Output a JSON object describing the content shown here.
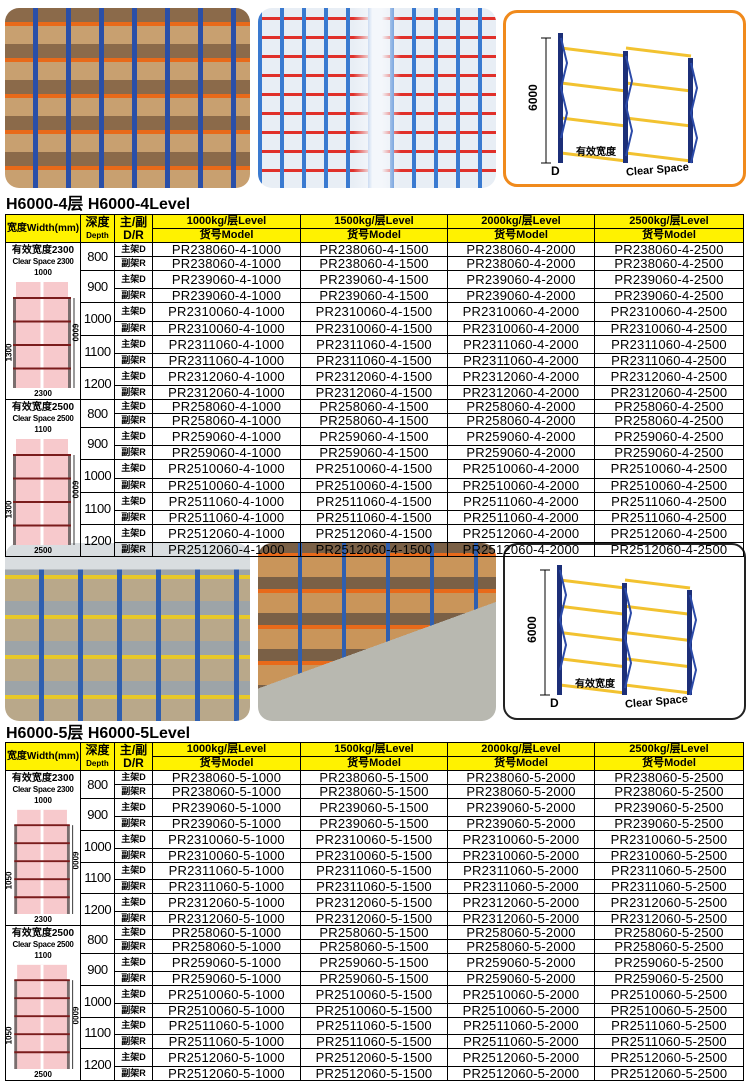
{
  "diagram": {
    "height": "6000",
    "clear_space_cn": "有效宽度",
    "clear_space_en": "Clear Space",
    "depth": "D"
  },
  "headers": {
    "width": "宽度Width(mm)",
    "depth_cn": "深度",
    "depth_en": "Depth",
    "dr_cn": "主/副",
    "dr_en": "D/R",
    "model": "货号Model",
    "loads": [
      "1000kg/层Level",
      "1500kg/层Level",
      "2000kg/层Level",
      "2500kg/层Level"
    ]
  },
  "row_labels": {
    "main": "主架D",
    "sub": "副架R"
  },
  "tables": [
    {
      "title": "H6000-4层  H6000-4Level",
      "groups": [
        {
          "label_cn": "有效宽度2300",
          "label_en": "Clear Space 2300",
          "beam": "1000",
          "pitch": "1300",
          "height": "6000",
          "total": "2300",
          "rows": [
            {
              "depth": "800",
              "models": [
                "PR238060-4-1000",
                "PR238060-4-1500",
                "PR238060-4-2000",
                "PR238060-4-2500"
              ]
            },
            {
              "depth": "900",
              "models": [
                "PR239060-4-1000",
                "PR239060-4-1500",
                "PR239060-4-2000",
                "PR239060-4-2500"
              ]
            },
            {
              "depth": "1000",
              "models": [
                "PR2310060-4-1000",
                "PR2310060-4-1500",
                "PR2310060-4-2000",
                "PR2310060-4-2500"
              ]
            },
            {
              "depth": "1100",
              "models": [
                "PR2311060-4-1000",
                "PR2311060-4-1500",
                "PR2311060-4-2000",
                "PR2311060-4-2500"
              ]
            },
            {
              "depth": "1200",
              "models": [
                "PR2312060-4-1000",
                "PR2312060-4-1500",
                "PR2312060-4-2000",
                "PR2312060-4-2500"
              ]
            }
          ]
        },
        {
          "label_cn": "有效宽度2500",
          "label_en": "Clear Space 2500",
          "beam": "1100",
          "pitch": "1300",
          "height": "6000",
          "total": "2500",
          "rows": [
            {
              "depth": "800",
              "models": [
                "PR258060-4-1000",
                "PR258060-4-1500",
                "PR258060-4-2000",
                "PR258060-4-2500"
              ]
            },
            {
              "depth": "900",
              "models": [
                "PR259060-4-1000",
                "PR259060-4-1500",
                "PR259060-4-2000",
                "PR259060-4-2500"
              ]
            },
            {
              "depth": "1000",
              "models": [
                "PR2510060-4-1000",
                "PR2510060-4-1500",
                "PR2510060-4-2000",
                "PR2510060-4-2500"
              ]
            },
            {
              "depth": "1100",
              "models": [
                "PR2511060-4-1000",
                "PR2511060-4-1500",
                "PR2511060-4-2000",
                "PR2511060-4-2500"
              ]
            },
            {
              "depth": "1200",
              "models": [
                "PR2512060-4-1000",
                "PR2512060-4-1500",
                "PR2512060-4-2000",
                "PR2512060-4-2500"
              ]
            }
          ]
        }
      ]
    },
    {
      "title": "H6000-5层  H6000-5Level",
      "groups": [
        {
          "label_cn": "有效宽度2300",
          "label_en": "Clear Space 2300",
          "beam": "1000",
          "pitch": "1050",
          "height": "6000",
          "total": "2300",
          "rows": [
            {
              "depth": "800",
              "models": [
                "PR238060-5-1000",
                "PR238060-5-1500",
                "PR238060-5-2000",
                "PR238060-5-2500"
              ]
            },
            {
              "depth": "900",
              "models": [
                "PR239060-5-1000",
                "PR239060-5-1500",
                "PR239060-5-2000",
                "PR239060-5-2500"
              ]
            },
            {
              "depth": "1000",
              "models": [
                "PR2310060-5-1000",
                "PR2310060-5-1500",
                "PR2310060-5-2000",
                "PR2310060-5-2500"
              ]
            },
            {
              "depth": "1100",
              "models": [
                "PR2311060-5-1000",
                "PR2311060-5-1500",
                "PR2311060-5-2000",
                "PR2311060-5-2500"
              ]
            },
            {
              "depth": "1200",
              "models": [
                "PR2312060-5-1000",
                "PR2312060-5-1500",
                "PR2312060-5-2000",
                "PR2312060-5-2500"
              ]
            }
          ]
        },
        {
          "label_cn": "有效宽度2500",
          "label_en": "Clear Space 2500",
          "beam": "1100",
          "pitch": "1050",
          "height": "6000",
          "total": "2500",
          "rows": [
            {
              "depth": "800",
              "models": [
                "PR258060-5-1000",
                "PR258060-5-1500",
                "PR258060-5-2000",
                "PR258060-5-2500"
              ]
            },
            {
              "depth": "900",
              "models": [
                "PR259060-5-1000",
                "PR259060-5-1500",
                "PR259060-5-2000",
                "PR259060-5-2500"
              ]
            },
            {
              "depth": "1000",
              "models": [
                "PR2510060-5-1000",
                "PR2510060-5-1500",
                "PR2510060-5-2000",
                "PR2510060-5-2500"
              ]
            },
            {
              "depth": "1100",
              "models": [
                "PR2511060-5-1000",
                "PR2511060-5-1500",
                "PR2511060-5-2000",
                "PR2511060-5-2500"
              ]
            },
            {
              "depth": "1200",
              "models": [
                "PR2512060-5-1000",
                "PR2512060-5-1500",
                "PR2512060-5-2000",
                "PR2512060-5-2500"
              ]
            }
          ]
        }
      ]
    }
  ]
}
